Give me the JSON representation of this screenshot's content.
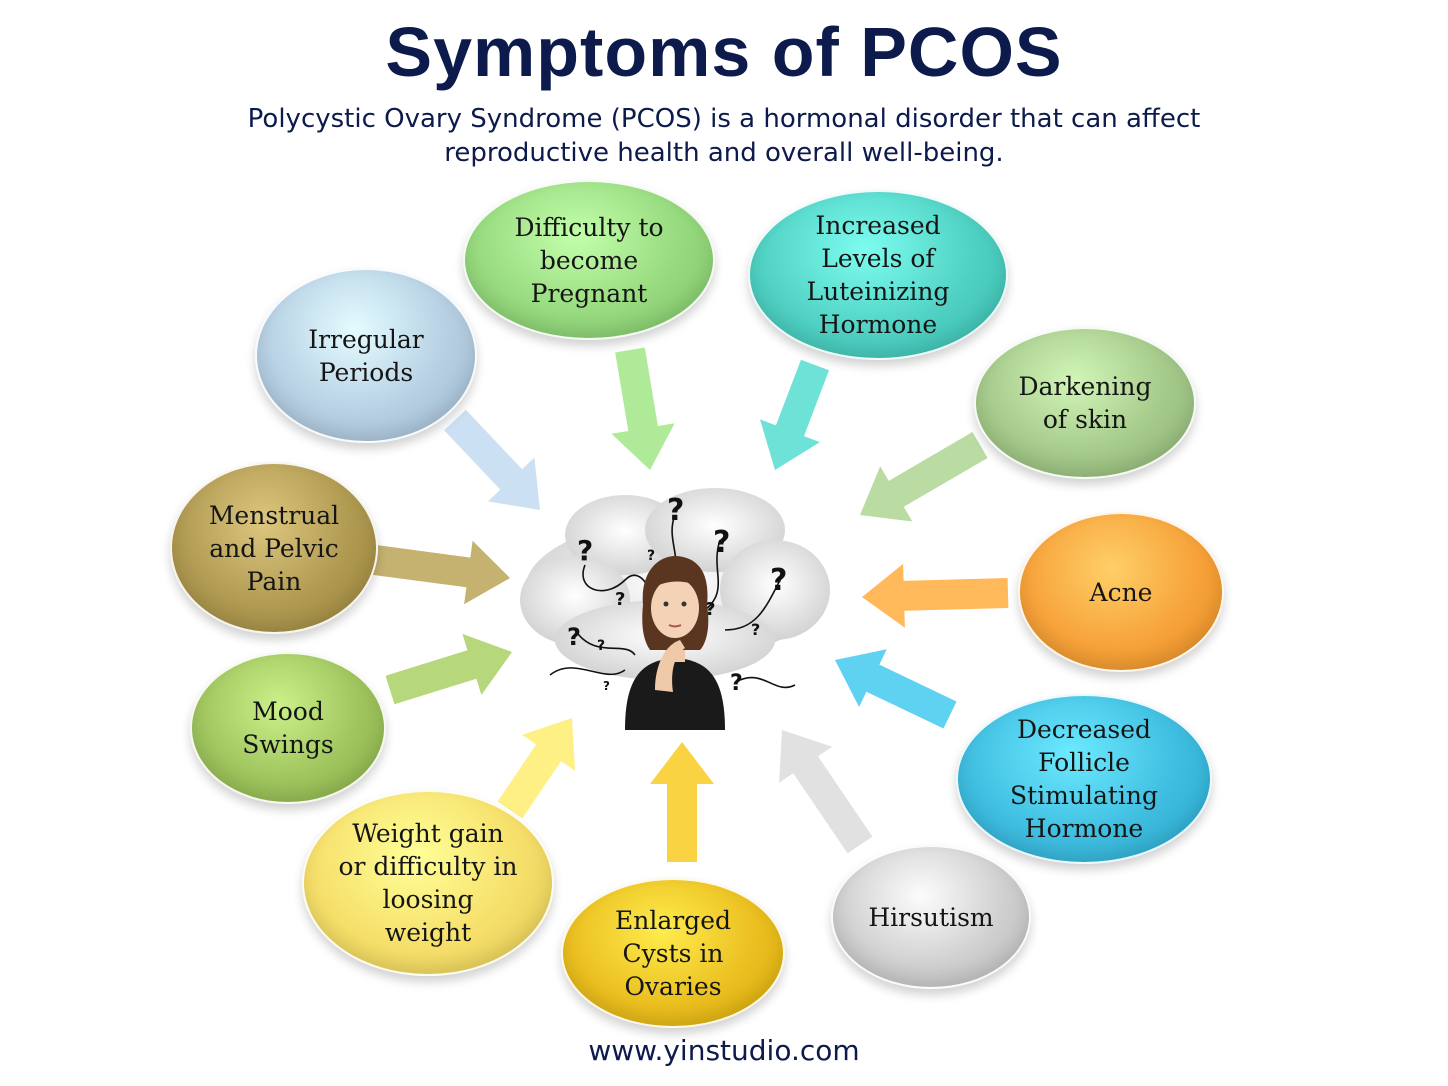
{
  "title": "Symptoms of PCOS",
  "subtitle": "Polycystic Ovary Syndrome (PCOS) is a hormonal disorder that can affect\nreproductive health and overall well-being.",
  "footer": "www.yinstudio.com",
  "center": {
    "icon": "thinking-woman-with-question-marks",
    "question_mark": "?"
  },
  "symptoms": [
    {
      "id": "difficulty-pregnant",
      "label": "Difficulty  to\nbecome\nPregnant",
      "color": "#96d97e"
    },
    {
      "id": "increased-lh",
      "label": "Increased\nLevels of\nLuteinizing\nHormone",
      "color": "#4fd0c2"
    },
    {
      "id": "irregular-periods",
      "label": "Irregular\nPeriods",
      "color": "#b6cfe3"
    },
    {
      "id": "darkening-skin",
      "label": "Darkening\nof skin",
      "color": "#a4c98a"
    },
    {
      "id": "menstrual-pelvic-pain",
      "label": "Menstrual\nand Pelvic\nPain",
      "color": "#b09a52"
    },
    {
      "id": "acne",
      "label": "Acne",
      "color": "#f7a23a"
    },
    {
      "id": "mood-swings",
      "label": "Mood\nSwings",
      "color": "#9fc45e"
    },
    {
      "id": "decreased-fsh",
      "label": "Decreased\nFollicle\nStimulating\nHormone",
      "color": "#3fbde0"
    },
    {
      "id": "weight-gain",
      "label": "Weight  gain\nor difficulty in\nloosing\nweight",
      "color": "#f6df6a"
    },
    {
      "id": "enlarged-cysts",
      "label": "Enlarged\nCysts in\nOvaries",
      "color": "#ebbf20"
    },
    {
      "id": "hirsutism",
      "label": "Hirsutism",
      "color": "#cfcfcf"
    }
  ]
}
